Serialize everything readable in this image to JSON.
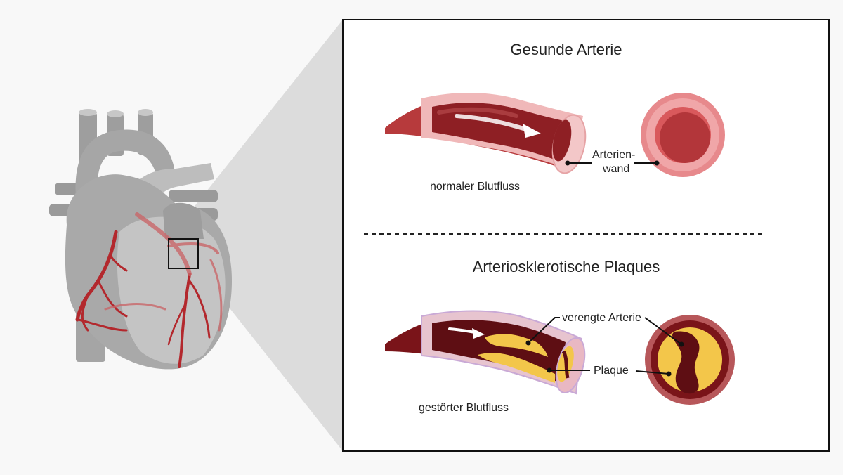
{
  "healthy": {
    "title": "Gesunde Arterie",
    "flow_label": "normaler Blutfluss",
    "wall_label_line1": "Arterien-",
    "wall_label_line2": "wand"
  },
  "diseased": {
    "title": "Arteriosklerotische Plaques",
    "flow_label": "gestörter Blutfluss",
    "narrowed_label": "verengte Arterie",
    "plaque_label": "Plaque"
  },
  "colors": {
    "background": "#f8f8f8",
    "heart_gray": "#a9a9a9",
    "coronary_red": "#b3282d",
    "blood_dark": "#8e1f24",
    "arterial_wall": "#e8a4a6",
    "plaque_yellow": "#f3c64a",
    "zoom_wedge": "#dcdcdc"
  }
}
